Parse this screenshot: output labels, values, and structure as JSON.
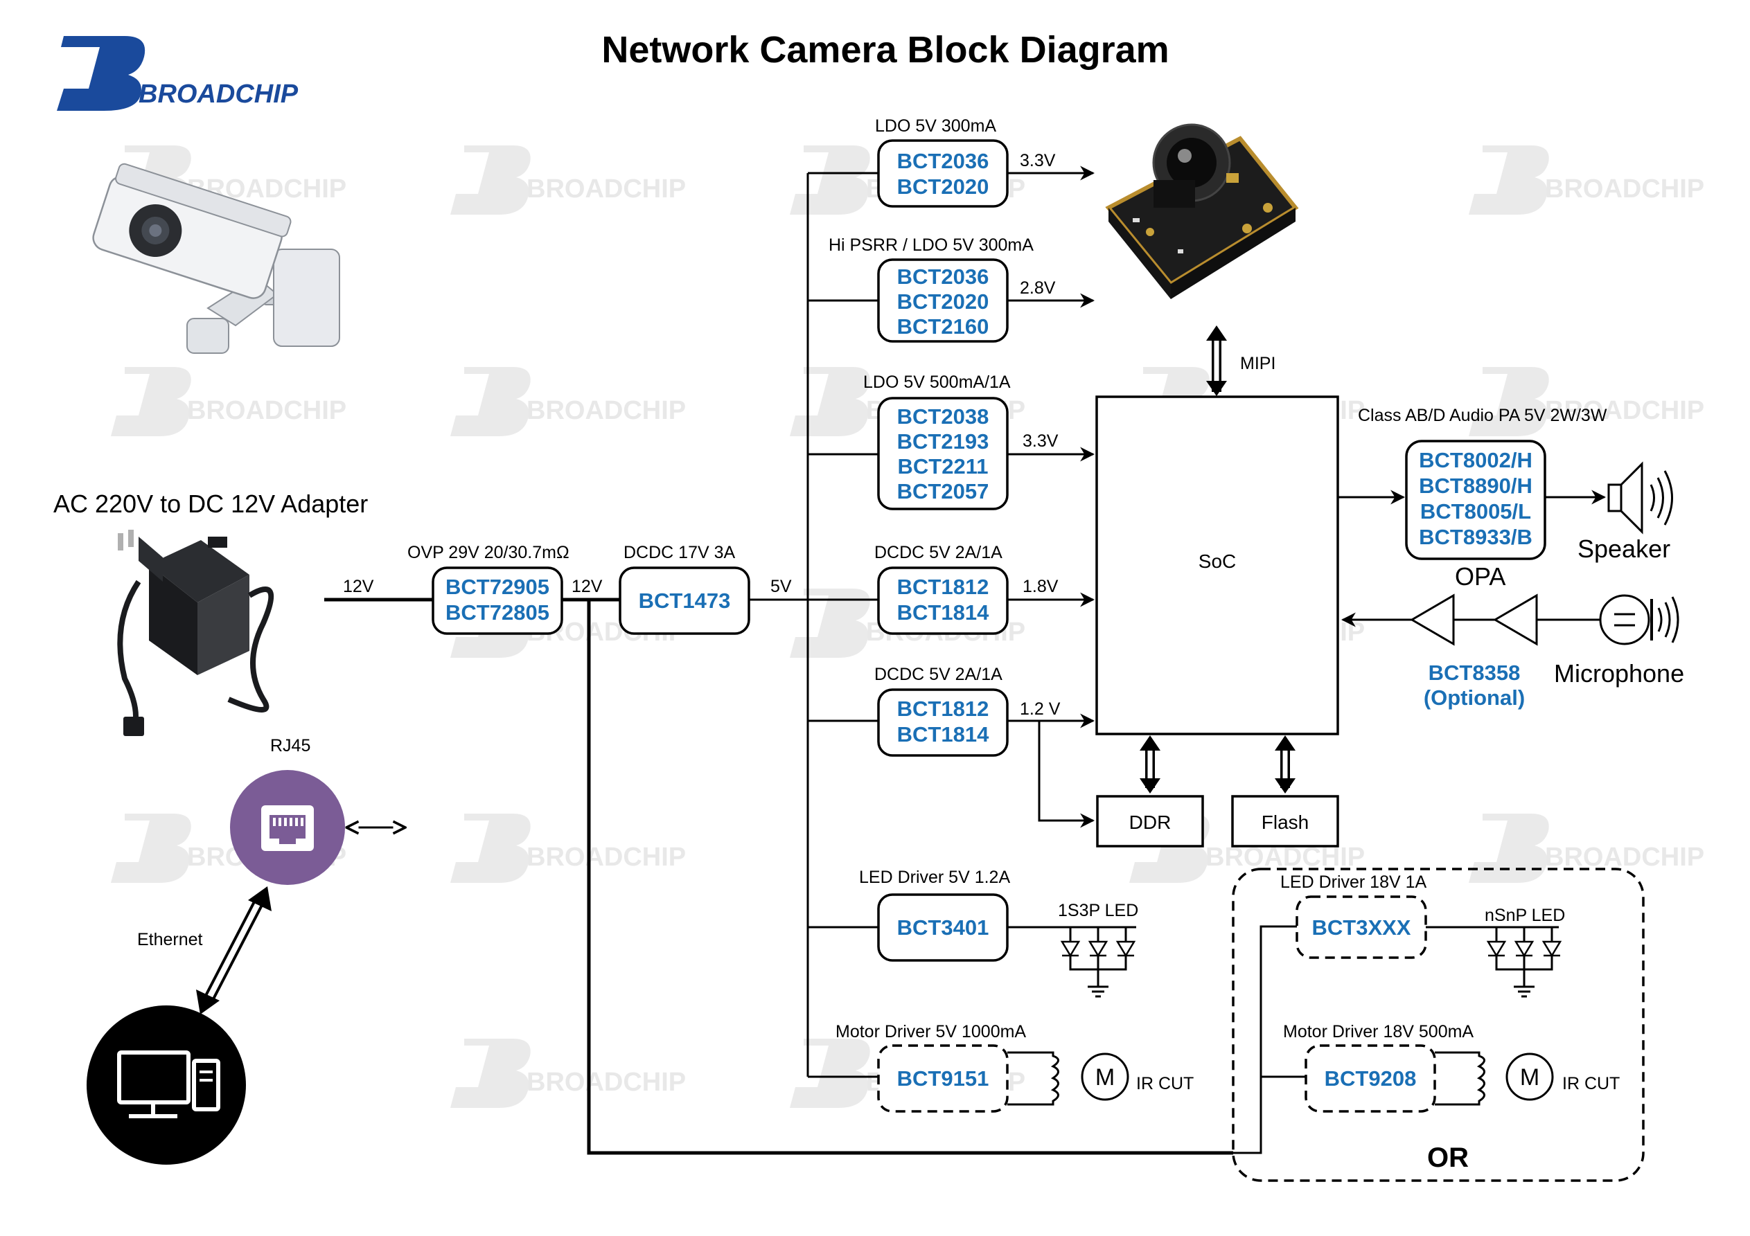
{
  "title": "Network Camera Block Diagram",
  "logo": {
    "text": "BROADCHIP",
    "color": "#1a4a9c"
  },
  "watermark": "BROADCHIP",
  "colors": {
    "part": "#1a6fb5",
    "rj45": "#7b5c96",
    "pc": "#000000"
  },
  "adapter": {
    "label": "AC 220V to DC 12V Adapter",
    "input_v": "12V"
  },
  "ovp": {
    "title": "OVP 29V 20/30.7mΩ",
    "parts": [
      "BCT72905",
      "BCT72805"
    ],
    "out_v": "12V"
  },
  "dcdc_main": {
    "title": "DCDC 17V 3A",
    "parts": [
      "BCT1473"
    ],
    "out_v": "5V"
  },
  "rails": [
    {
      "title": "LDO 5V 300mA",
      "parts": [
        "BCT2036",
        "BCT2020"
      ],
      "out_v": "3.3V"
    },
    {
      "title": "Hi PSRR / LDO 5V 300mA",
      "parts": [
        "BCT2036",
        "BCT2020",
        "BCT2160"
      ],
      "out_v": "2.8V"
    },
    {
      "title": "LDO 5V 500mA/1A",
      "parts": [
        "BCT2038",
        "BCT2193",
        "BCT2211",
        "BCT2057"
      ],
      "out_v": "3.3V"
    },
    {
      "title": "DCDC 5V 2A/1A",
      "parts": [
        "BCT1812",
        "BCT1814"
      ],
      "out_v": "1.8V"
    },
    {
      "title": "DCDC 5V 2A/1A",
      "parts": [
        "BCT1812",
        "BCT1814"
      ],
      "out_v": "1.2 V"
    }
  ],
  "soc": {
    "label": "SoC",
    "mipi": "MIPI",
    "ddr": "DDR",
    "flash": "Flash"
  },
  "audio": {
    "title": "Class AB/D Audio PA 5V 2W/3W",
    "parts": [
      "BCT8002/H",
      "BCT8890/H",
      "BCT8005/L",
      "BCT8933/B"
    ],
    "opa_label": "OPA",
    "speaker": "Speaker",
    "microphone": "Microphone",
    "preamp_part": "BCT8358",
    "preamp_note": "(Optional)"
  },
  "led_5v": {
    "title": "LED Driver 5V 1.2A",
    "part": "BCT3401",
    "led": "1S3P LED"
  },
  "motor_5v": {
    "title": "Motor Driver 5V 1000mA",
    "part": "BCT9151",
    "motor": "M",
    "ircut": "IR CUT"
  },
  "led_18v": {
    "title": "LED Driver 18V 1A",
    "part": "BCT3XXX",
    "led": "nSnP LED"
  },
  "motor_18v": {
    "title": "Motor Driver 18V 500mA",
    "part": "BCT9208",
    "motor": "M",
    "ircut": "IR CUT"
  },
  "or_label": "OR",
  "rj45": "RJ45",
  "ethernet": "Ethernet"
}
